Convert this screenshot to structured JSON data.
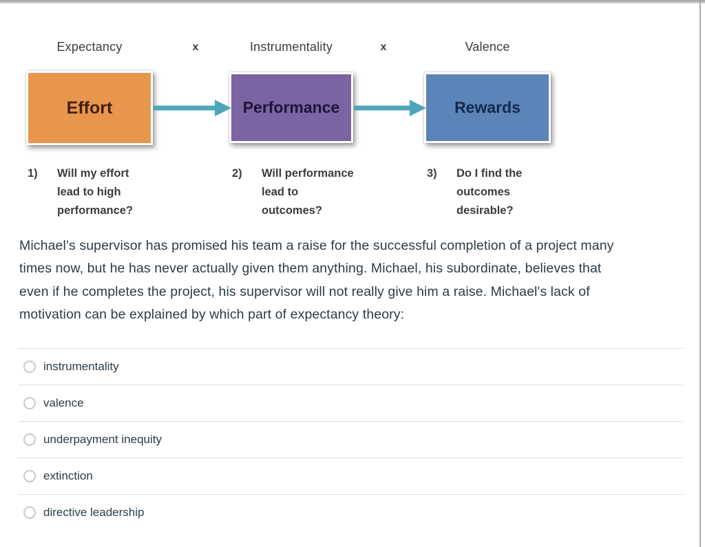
{
  "colors": {
    "box-effort": "#E8964E",
    "box-performance": "#7C63A3",
    "box-rewards": "#5B84B8",
    "effort-text": "#3F220F",
    "performance-text": "#1E1437",
    "rewards-text": "#15294B",
    "arrow": "#4FA6BB",
    "diagram-text": "#3C3C3C",
    "question-text": "#2D3B45",
    "divider": "#D8DCDE",
    "radio-border": "#C6CACC"
  },
  "diagram": {
    "factor_labels": [
      "Expectancy",
      "Instrumentality",
      "Valence"
    ],
    "multiply_sign": "x",
    "boxes": [
      {
        "label": "Effort"
      },
      {
        "label": "Performance"
      },
      {
        "label": "Rewards"
      }
    ],
    "items": [
      {
        "number": "1)",
        "lines": [
          "Will my effort",
          "lead to high",
          "performance?"
        ]
      },
      {
        "number": "2)",
        "lines": [
          "Will performance",
          "lead to",
          "outcomes?"
        ]
      },
      {
        "number": "3)",
        "lines": [
          "Do I find the",
          "outcomes",
          "desirable?"
        ]
      }
    ]
  },
  "question": {
    "lines": [
      "Michael’s supervisor has promised his team a raise for the successful completion of a project many",
      "times now, but he has never actually given them anything. Michael, his subordinate, believes that",
      "even if he completes the project, his supervisor will not really give him a raise. Michael's lack of",
      "motivation can be explained by which part of expectancy theory:"
    ]
  },
  "options": [
    {
      "label": "instrumentality",
      "selected": false
    },
    {
      "label": "valence",
      "selected": false
    },
    {
      "label": "underpayment inequity",
      "selected": false
    },
    {
      "label": "extinction",
      "selected": false
    },
    {
      "label": "directive leadership",
      "selected": false
    }
  ]
}
